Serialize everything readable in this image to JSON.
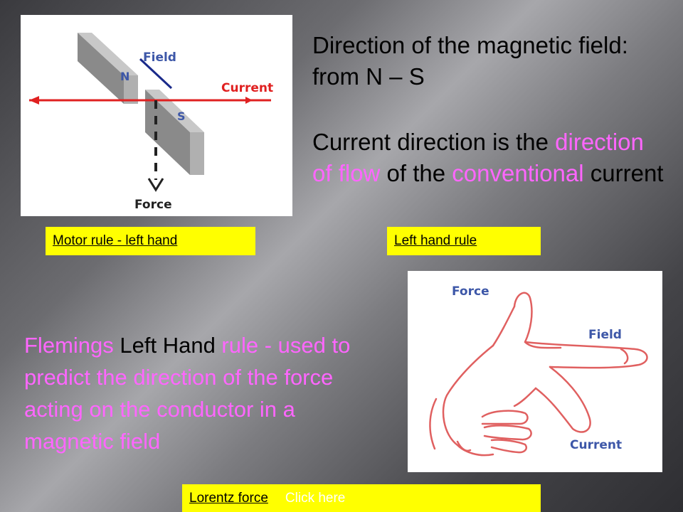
{
  "diagram1": {
    "labels": {
      "field": "Field",
      "current": "Current",
      "force": "Force",
      "north": "N",
      "south": "S"
    }
  },
  "text1": {
    "line1": "Direction of the magnetic field: from N – S"
  },
  "text2": {
    "part1": "Current direction is the ",
    "part2": "direction of flow",
    "part3": " of the ",
    "part4": "conventional",
    "part5": " current"
  },
  "links": {
    "motor_rule": "Motor rule - left hand",
    "left_hand_rule": "Left hand rule",
    "lorentz": "Lorentz force",
    "click_here": "Click here"
  },
  "diagram2": {
    "labels": {
      "force": "Force",
      "field": "Field",
      "current": "Current"
    }
  },
  "text3": {
    "part1": "Flemings ",
    "part2": "Left Hand",
    "part3": " rule  - used to predict the direction of the force acting on the conductor in a magnetic field"
  },
  "colors": {
    "highlight": "#ff66ff",
    "link_bg": "#ffff00",
    "arrow": "#e02020",
    "label": "#3d57a8"
  }
}
